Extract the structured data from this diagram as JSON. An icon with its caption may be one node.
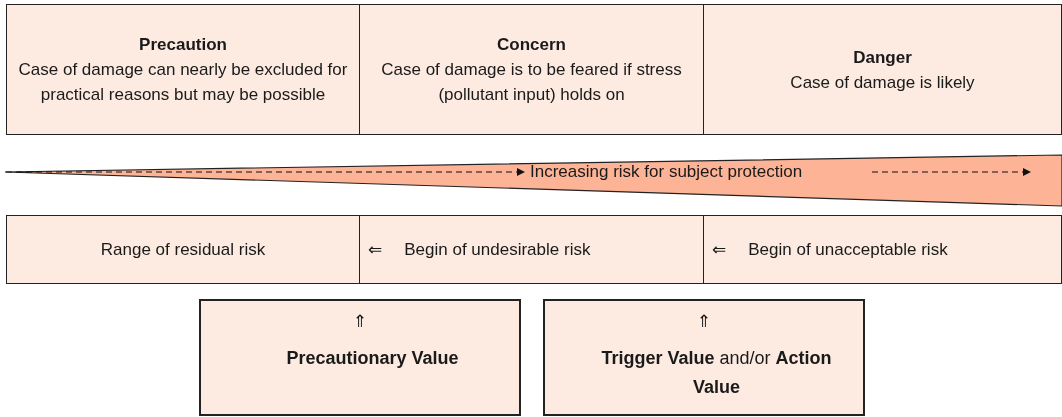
{
  "diagram": {
    "nodes": [
      {
        "text": [
          "Precaution",
          "Case of damage can nearly be excluded for practical reasons but may be possible"
        ]
      },
      {
        "text": [
          "Concern",
          "Case of damage is to be feared if stress (pollutant input) holds on"
        ]
      },
      {
        "text": [
          "Danger",
          "Case of damage is likely"
        ]
      },
      {
        "text": [
          "Increasing risk for subject protection"
        ]
      },
      {
        "text": [
          "Range of residual risk"
        ]
      },
      {
        "text": [
          "⇐",
          "Begin of undesirable risk"
        ]
      },
      {
        "text": [
          "⇐",
          "Begin of unacceptable risk"
        ]
      },
      {
        "text": [
          "⇑",
          "Precautionary Value"
        ]
      },
      {
        "text": [
          "⇑",
          "**Trigger Value** and/or **Action Value**"
        ]
      }
    ],
    "edges": []
  }
}
